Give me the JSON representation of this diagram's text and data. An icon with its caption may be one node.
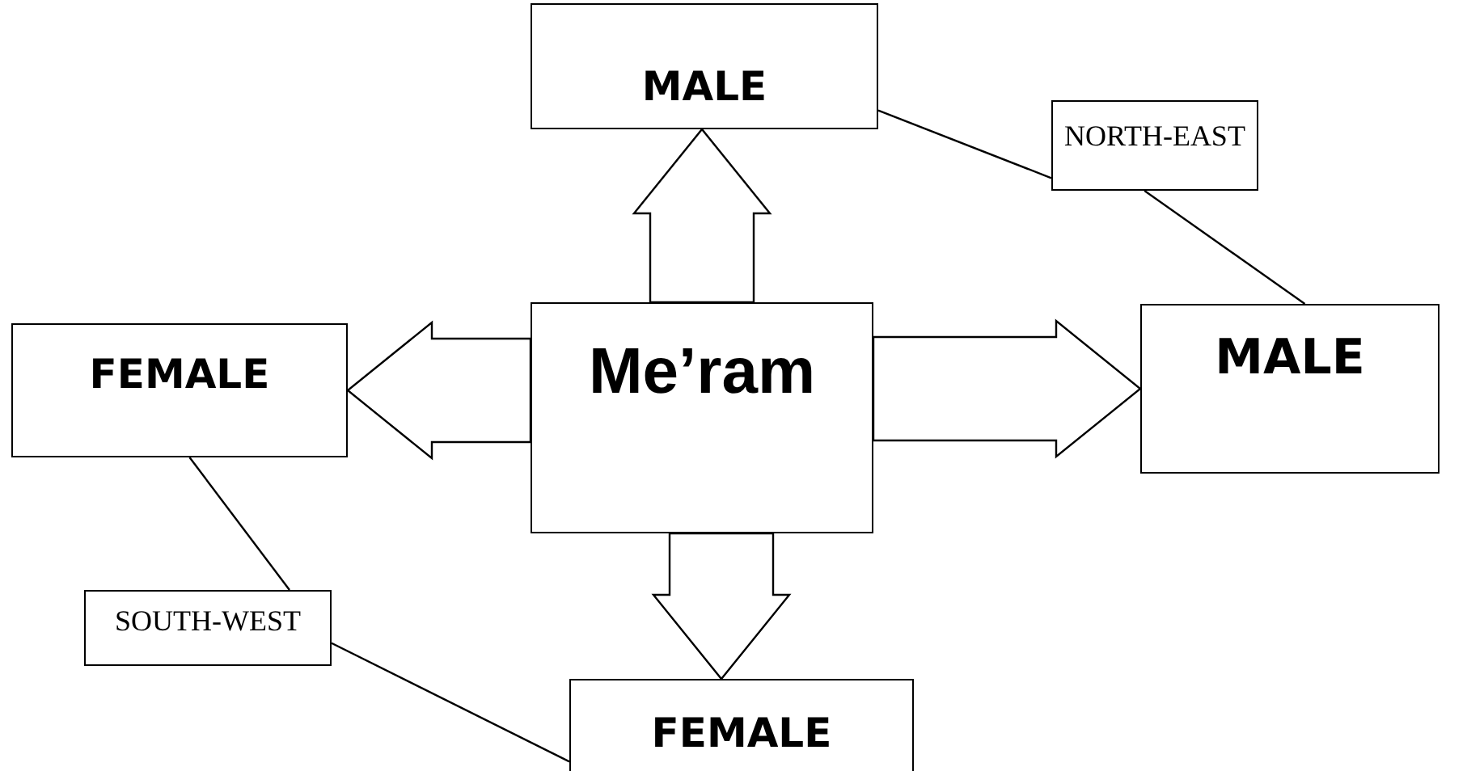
{
  "diagram": {
    "nodes": [
      {
        "text": [
          "MALE"
        ]
      },
      {
        "text": [
          "NORTH-EAST"
        ]
      },
      {
        "text": [
          "FEMALE"
        ]
      },
      {
        "text": [
          "Me’ram"
        ]
      },
      {
        "text": [
          "MALE"
        ]
      },
      {
        "text": [
          "SOUTH-WEST"
        ]
      },
      {
        "text": [
          "FEMALE"
        ]
      }
    ],
    "edges": [
      {
        "from": 3,
        "to": 0,
        "arrow": "to",
        "style": "thick"
      },
      {
        "from": 3,
        "to": 2,
        "arrow": "to",
        "style": "thick"
      },
      {
        "from": 3,
        "to": 4,
        "arrow": "to",
        "style": "thick"
      },
      {
        "from": 3,
        "to": 6,
        "arrow": "to",
        "style": "thick"
      },
      {
        "from": 1,
        "to": 0,
        "arrow": "none"
      },
      {
        "from": 1,
        "to": 4,
        "arrow": "none"
      },
      {
        "from": 5,
        "to": 2,
        "arrow": "none"
      },
      {
        "from": 5,
        "to": 6,
        "arrow": "none"
      }
    ]
  }
}
